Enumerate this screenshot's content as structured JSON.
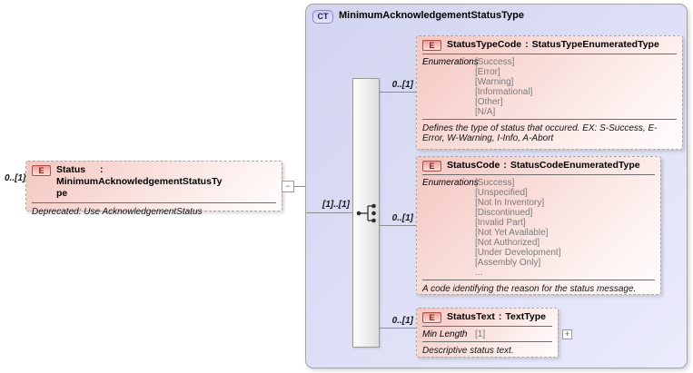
{
  "root_element": {
    "cardinality": "0..[1]",
    "icon": "E",
    "name": "Status",
    "colon": ":",
    "type": "MinimumAcknowledgementStatusType",
    "annotation": "Deprecated: Use AcknowledgementStatus",
    "collapse_glyph": "−"
  },
  "complex_type": {
    "icon": "CT",
    "name": "MinimumAcknowledgementStatusType",
    "compositor_cardinality": "[1]..[1]",
    "children": [
      {
        "cardinality": "0..[1]",
        "icon": "E",
        "name": "StatusTypeCode",
        "colon": ":",
        "type": "StatusTypeEnumeratedType",
        "enumerations_label": "Enumerations",
        "enumerations": [
          "[Success]",
          "[Error]",
          "[Warning]",
          "[Informational]",
          "[Other]",
          "[N/A]"
        ],
        "documentation": "Defines the type of status that occured. EX: S-Success, E-Error, W-Warning, I-Info, A-Abort"
      },
      {
        "cardinality": "0..[1]",
        "icon": "E",
        "name": "StatusCode",
        "colon": ":",
        "type": "StatusCodeEnumeratedType",
        "enumerations_label": "Enumerations",
        "enumerations": [
          "[Success]",
          "[Unspecified]",
          "[Not In Inventory]",
          "[Discontinued]",
          "[Invalid Part]",
          "[Not Yet Available]",
          "[Not Authorized]",
          "[Under Development]",
          "[Assembly Only]",
          "..."
        ],
        "documentation": "A code identifying the reason for the status message."
      },
      {
        "cardinality": "0..[1]",
        "icon": "E",
        "name": "StatusText",
        "colon": ":",
        "type": "TextType",
        "facet_label": "Min Length",
        "facet_value": "[1]",
        "documentation": "Descriptive status text.",
        "expand_glyph": "+"
      }
    ]
  },
  "colors": {
    "element_fill": "#f5c6c1",
    "element_border": "#a8a8a8",
    "element_icon_border": "#a8524b",
    "complex_type_fill": "#d2d4f0",
    "complex_type_icon_border": "#8b8dd0",
    "connector": "#8f8f8f",
    "muted_text": "#7a7a7a"
  }
}
